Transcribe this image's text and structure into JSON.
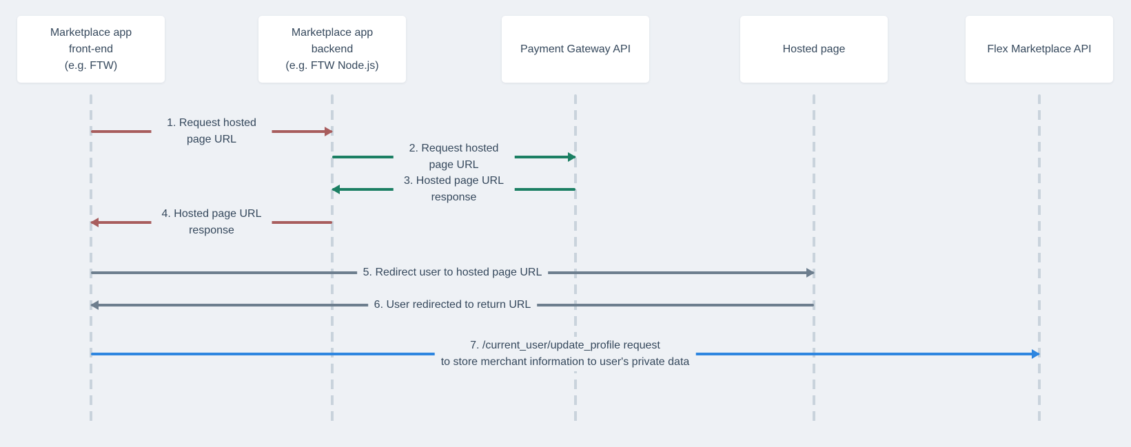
{
  "diagram": {
    "type": "sequence-diagram",
    "background_color": "#eef1f5"
  },
  "colors": {
    "actor_box_fill": "#ffffff",
    "text": "#35485c",
    "lifeline_dash": "#c9d3dc",
    "request_frontend_backend": "#a85d5d",
    "request_backend_gateway": "#1b7f63",
    "redirect_user": "#6d7e8e",
    "flex_api_call": "#2e86e0"
  },
  "actors": [
    {
      "name": "marketplace-app-front-end",
      "label": "Marketplace app\nfront-end\n(e.g. FTW)"
    },
    {
      "name": "marketplace-app-backend",
      "label": "Marketplace app\nbackend\n(e.g. FTW Node.js)"
    },
    {
      "name": "payment-gateway-api",
      "label": "Payment Gateway API"
    },
    {
      "name": "hosted-page",
      "label": "Hosted page"
    },
    {
      "name": "flex-marketplace-api",
      "label": "Flex Marketplace API"
    }
  ],
  "messages": [
    {
      "seq": 1,
      "label": "1. Request hosted page URL",
      "from": "Marketplace app front-end (e.g. FTW)",
      "to": "Marketplace app backend (e.g. FTW Node.js)",
      "direction": "right",
      "color": "#a85d5d"
    },
    {
      "seq": 2,
      "label": "2. Request hosted page URL",
      "from": "Marketplace app backend (e.g. FTW Node.js)",
      "to": "Payment Gateway API",
      "direction": "right",
      "color": "#1b7f63"
    },
    {
      "seq": 3,
      "label": "3. Hosted page URL response",
      "from": "Payment Gateway API",
      "to": "Marketplace app backend (e.g. FTW Node.js)",
      "direction": "left",
      "color": "#1b7f63"
    },
    {
      "seq": 4,
      "label": "4. Hosted page URL response",
      "from": "Marketplace app backend (e.g. FTW Node.js)",
      "to": "Marketplace app front-end (e.g. FTW)",
      "direction": "left",
      "color": "#a85d5d"
    },
    {
      "seq": 5,
      "label": "5. Redirect user to hosted page URL",
      "from": "Marketplace app front-end (e.g. FTW)",
      "to": "Hosted page",
      "direction": "right",
      "color": "#6d7e8e"
    },
    {
      "seq": 6,
      "label": "6. User redirected to return URL",
      "from": "Hosted page",
      "to": "Marketplace app front-end (e.g. FTW)",
      "direction": "left",
      "color": "#6d7e8e"
    },
    {
      "seq": 7,
      "label": "7. /current_user/update_profile request\nto store merchant information to user's private data",
      "from": "Marketplace app front-end (e.g. FTW)",
      "to": "Flex Marketplace API",
      "direction": "right",
      "color": "#2e86e0"
    }
  ]
}
